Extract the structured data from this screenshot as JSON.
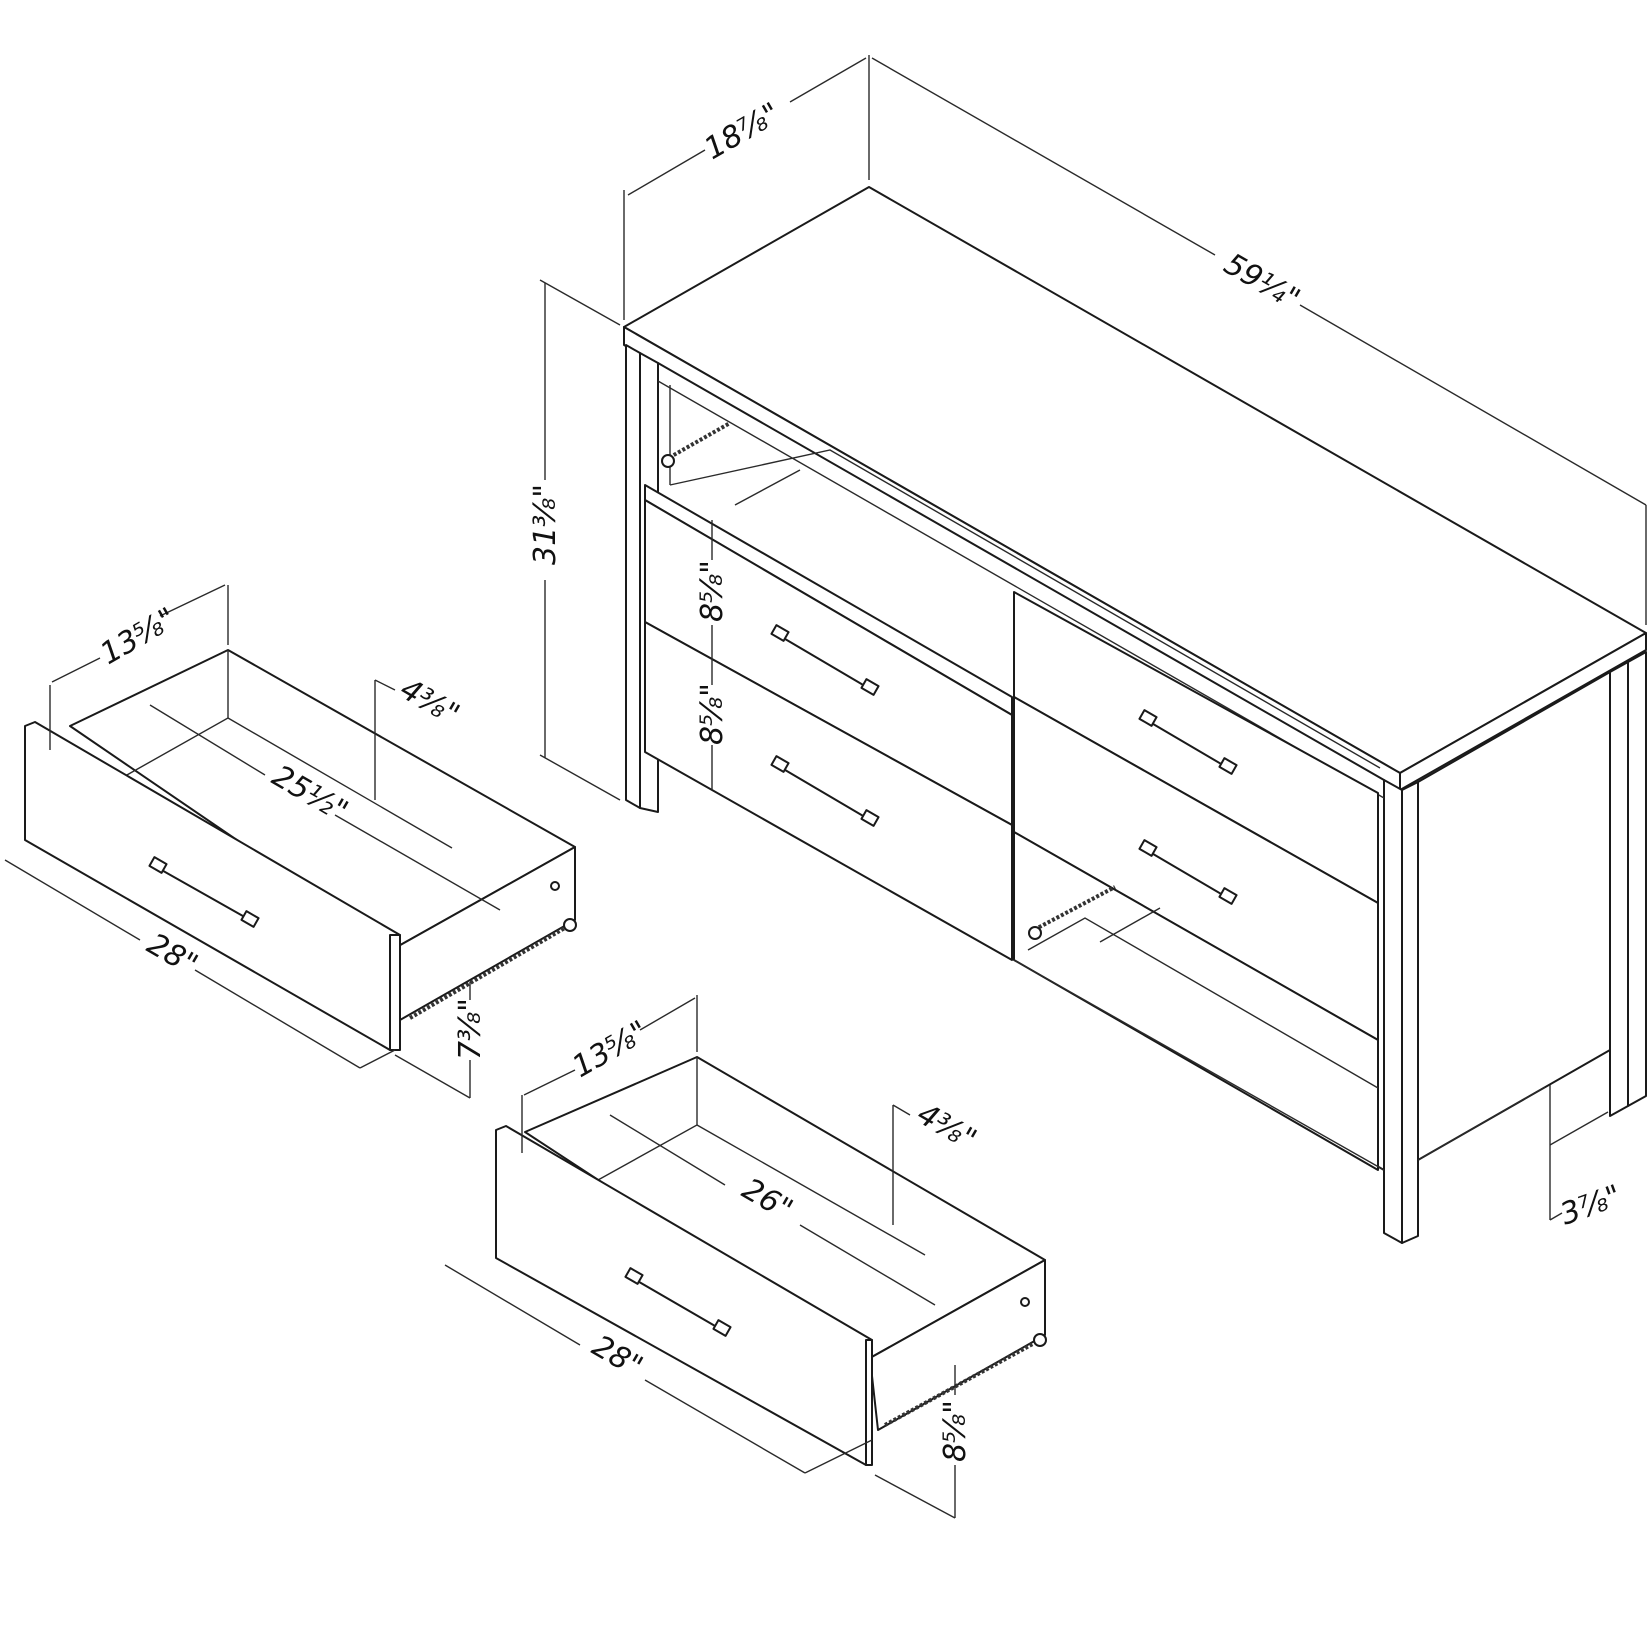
{
  "title": "Dresser dimension drawing",
  "dresser": {
    "depth_label": "18⅞\"",
    "width_label": "59¼\"",
    "height_label": "31⅜\"",
    "drawer_height_top_label": "8⅝\"",
    "drawer_height_bottom_label": "8⅝\"",
    "leg_clearance_label": "3⅞\""
  },
  "drawer_upper": {
    "depth_label": "13⅝\"",
    "inner_height_label": "4⅜\"",
    "inner_length_label": "25½\"",
    "front_width_label": "28\"",
    "front_height_label": "7⅜\""
  },
  "drawer_lower": {
    "depth_label": "13⅝\"",
    "inner_height_label": "4⅜\"",
    "inner_length_label": "26\"",
    "front_width_label": "28\"",
    "front_height_label": "8⅝\""
  }
}
